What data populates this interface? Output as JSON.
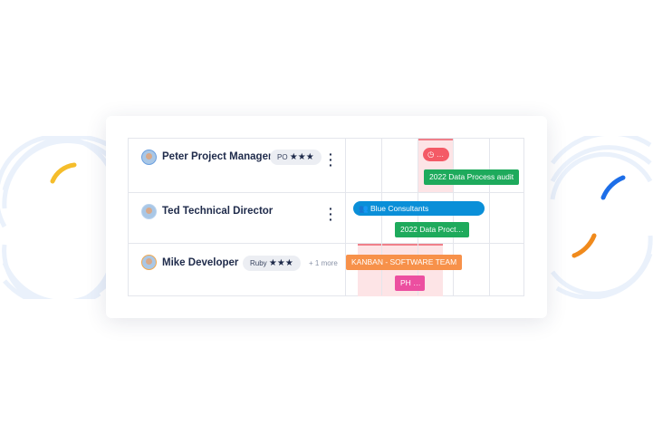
{
  "rows": [
    {
      "name": "Peter Project Manager",
      "badge": {
        "label": "PO",
        "stars": "★★★"
      },
      "has_menu": true
    },
    {
      "name": "Ted Technical Director",
      "has_menu": true
    },
    {
      "name": "Mike Developer",
      "badge": {
        "label": "Ruby",
        "stars": "★★★"
      },
      "more": "+ 1 more"
    }
  ],
  "events": {
    "clock_chip": "…",
    "audit": "2022 Data Process audit",
    "consultants": "Blue Consultants",
    "data_proc": "2022 Data Proct…",
    "kanban": "KANBAN - SOFTWARE TEAM",
    "ph": "PH …"
  },
  "colors": {
    "green": "#1eaa5c",
    "blue": "#0a8fd8",
    "orange": "#f7914a",
    "pink": "#ec4fa0",
    "red": "#f45a66",
    "yellow": "#f5bd2b",
    "accent_blue": "#1d6ee8",
    "accent_orange": "#f08a1c"
  }
}
